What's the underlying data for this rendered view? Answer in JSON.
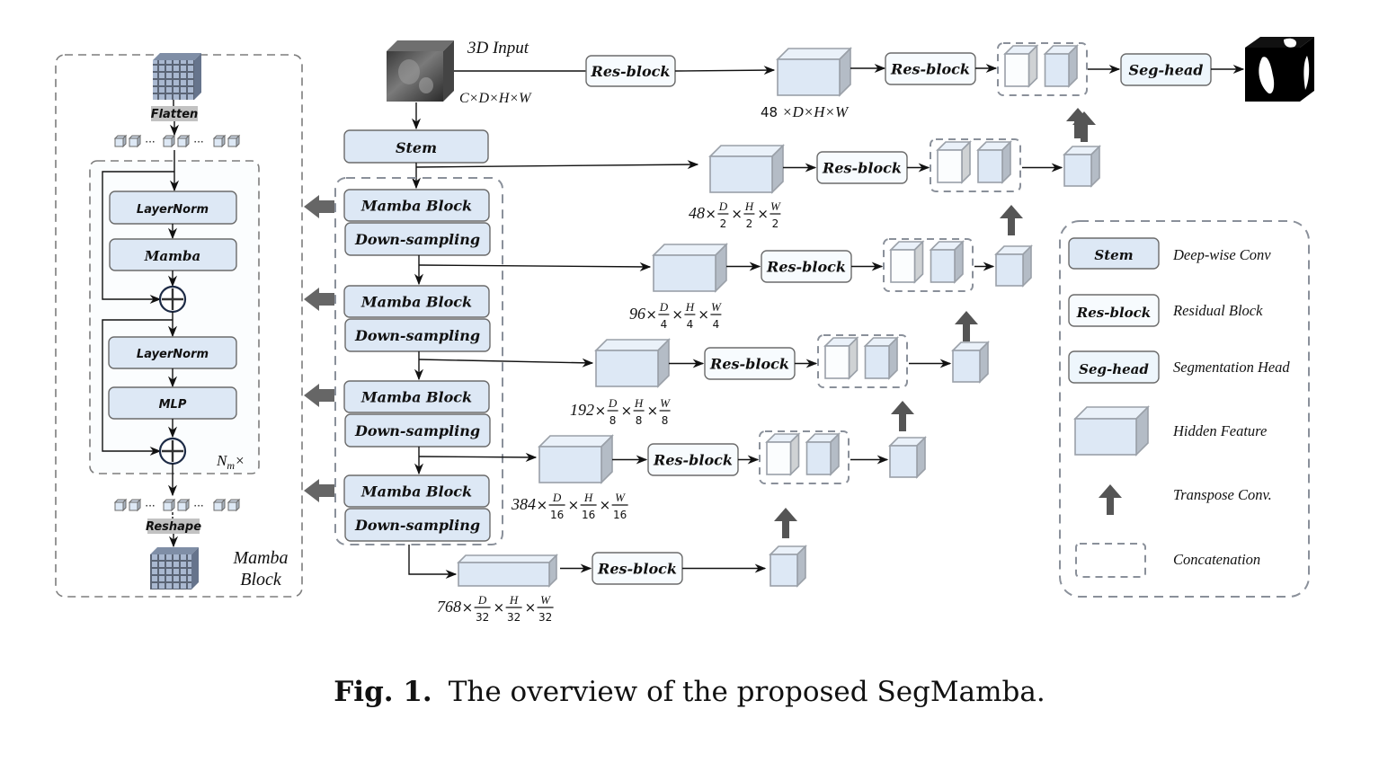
{
  "caption": {
    "prefix": "Fig. 1.",
    "text": "The overview of the proposed SegMamba."
  },
  "input": {
    "label": "3D Input",
    "dims": "C×D×H×W"
  },
  "stem": {
    "label": "Stem"
  },
  "encoder": {
    "stages": [
      {
        "mamba_label": "Mamba Block",
        "down_label": "Down-sampling"
      },
      {
        "mamba_label": "Mamba Block",
        "down_label": "Down-sampling"
      },
      {
        "mamba_label": "Mamba Block",
        "down_label": "Down-sampling"
      },
      {
        "mamba_label": "Mamba Block",
        "down_label": "Down-sampling"
      }
    ]
  },
  "mamba_block_detail": {
    "flatten_label": "Flatten",
    "layernorm1_label": "LayerNorm",
    "mamba_label": "Mamba",
    "layernorm2_label": "LayerNorm",
    "mlp_label": "MLP",
    "repeat_label": "N",
    "repeat_sub": "m",
    "repeat_suffix": "×",
    "reshape_label": "Reshape",
    "title_line1": "Mamba",
    "title_line2": "Block",
    "token_ellipsis": "···"
  },
  "features": [
    {
      "channels": "48",
      "dims_plain": "×D×H×W",
      "divisor": ""
    },
    {
      "channels": "48",
      "divisor": "2"
    },
    {
      "channels": "96",
      "divisor": "4"
    },
    {
      "channels": "192",
      "divisor": "8"
    },
    {
      "channels": "384",
      "divisor": "16"
    },
    {
      "channels": "768",
      "divisor": "32"
    }
  ],
  "frac_symbols": {
    "d": "D",
    "h": "H",
    "w": "W",
    "times": "×"
  },
  "resblock_label": "Res-block",
  "seghead_label": "Seg-head",
  "legend": {
    "items": [
      {
        "key": "Stem",
        "desc": "Deep-wise Conv"
      },
      {
        "key": "Res-block",
        "desc": "Residual Block"
      },
      {
        "key": "Seg-head",
        "desc": "Segmentation Head"
      },
      {
        "key": "",
        "desc": "Hidden Feature"
      },
      {
        "key": "",
        "desc": "Transpose Conv."
      },
      {
        "key": "",
        "desc": "Concatenation"
      }
    ]
  },
  "colors": {
    "box_fill": "#dde8f5",
    "box_stroke": "#6b6b6b",
    "res_fill": "#f7fbfe",
    "seg_fill": "#eef6fc",
    "cube_front": "#dde8f5",
    "cube_top": "#eaf1f9",
    "cube_side": "#b4bcc6",
    "white_cube_side": "#cfd2d4",
    "dash": "#8a909a",
    "arrow_gray": "#555555"
  }
}
